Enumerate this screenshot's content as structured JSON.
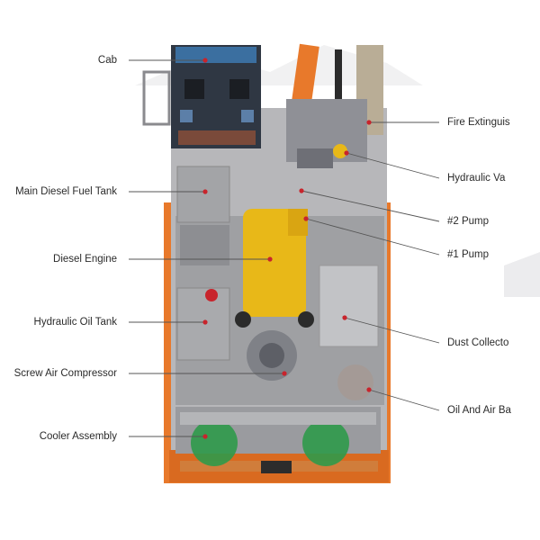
{
  "diagram": {
    "left_labels": [
      {
        "id": "cab",
        "text": "Cab"
      },
      {
        "id": "main-diesel-fuel-tank",
        "text": "Main Diesel Fuel Tank"
      },
      {
        "id": "diesel-engine",
        "text": "Diesel Engine"
      },
      {
        "id": "hydraulic-oil-tank",
        "text": "Hydraulic Oil Tank"
      },
      {
        "id": "screw-air-compressor",
        "text": "Screw Air Compressor"
      },
      {
        "id": "cooler-assembly",
        "text": "Cooler Assembly"
      }
    ],
    "right_labels": [
      {
        "id": "fire-extinguisher",
        "text": "Fire Extinguis"
      },
      {
        "id": "hydraulic-valve",
        "text": "Hydraulic Va"
      },
      {
        "id": "pump-2",
        "text": "#2 Pump"
      },
      {
        "id": "pump-1",
        "text": "#1 Pump"
      },
      {
        "id": "dust-collector",
        "text": "Dust Collecto"
      },
      {
        "id": "oil-and-air-barrel",
        "text": "Oil And Air Ba"
      }
    ],
    "colors": {
      "frame_orange": "#e8792b",
      "engine_yellow": "#e8b818",
      "machine_gray": "#a9a9ab",
      "dark_panel": "#3a3d44",
      "cooler_green": "#2f9a4a",
      "leader_line": "#555555",
      "marker_red": "#c8242c"
    }
  }
}
